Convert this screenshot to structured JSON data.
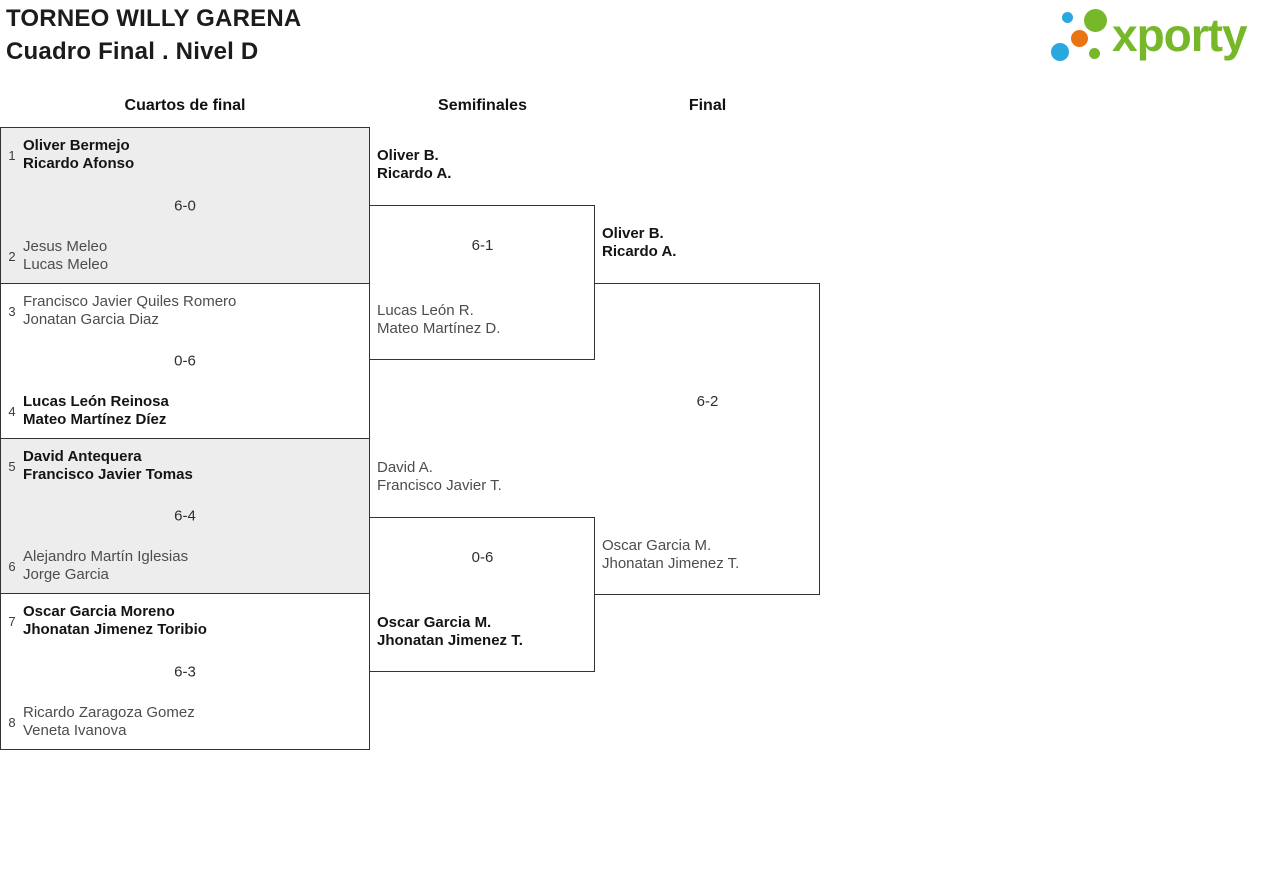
{
  "header": {
    "title": "TORNEO WILLY GARENA",
    "subtitle": "Cuadro Final . Nivel D"
  },
  "logo": {
    "text": "xporty",
    "colors": {
      "green": "#76b82a",
      "blue": "#29a8e0",
      "orange": "#e87511"
    }
  },
  "round_headers": [
    "Cuartos de final",
    "Semifinales",
    "Final"
  ],
  "bracket": {
    "quarterfinals": [
      {
        "seed_top": "1",
        "team_top": [
          "Oliver Bermejo",
          "Ricardo Afonso"
        ],
        "score": "6-0",
        "seed_bottom": "2",
        "team_bottom": [
          "Jesus Meleo",
          "Lucas Meleo"
        ],
        "winner": "top"
      },
      {
        "seed_top": "3",
        "team_top": [
          "Francisco Javier Quiles Romero",
          "Jonatan Garcia Diaz"
        ],
        "score": "0-6",
        "seed_bottom": "4",
        "team_bottom": [
          "Lucas León Reinosa",
          "Mateo Martínez Díez"
        ],
        "winner": "bottom"
      },
      {
        "seed_top": "5",
        "team_top": [
          "David Antequera",
          "Francisco Javier Tomas"
        ],
        "score": "6-4",
        "seed_bottom": "6",
        "team_bottom": [
          "Alejandro Martín Iglesias",
          "Jorge Garcia"
        ],
        "winner": "top"
      },
      {
        "seed_top": "7",
        "team_top": [
          "Oscar Garcia Moreno",
          "Jhonatan Jimenez Toribio"
        ],
        "score": "6-3",
        "seed_bottom": "8",
        "team_bottom": [
          "Ricardo Zaragoza Gomez",
          "Veneta Ivanova"
        ],
        "winner": "top"
      }
    ],
    "semifinals": [
      {
        "team_top": [
          "Oliver B.",
          "Ricardo A."
        ],
        "score": "6-1",
        "team_bottom": [
          "Lucas León R.",
          "Mateo Martínez D."
        ],
        "winner": "top"
      },
      {
        "team_top": [
          "David A.",
          "Francisco Javier T."
        ],
        "score": "0-6",
        "team_bottom": [
          "Oscar Garcia M.",
          "Jhonatan Jimenez T."
        ],
        "winner": "bottom"
      }
    ],
    "final": {
      "team_top": [
        "Oliver B.",
        "Ricardo A."
      ],
      "score": "6-2",
      "team_bottom": [
        "Oscar Garcia M.",
        "Jhonatan Jimenez T."
      ],
      "winner": "top"
    }
  }
}
